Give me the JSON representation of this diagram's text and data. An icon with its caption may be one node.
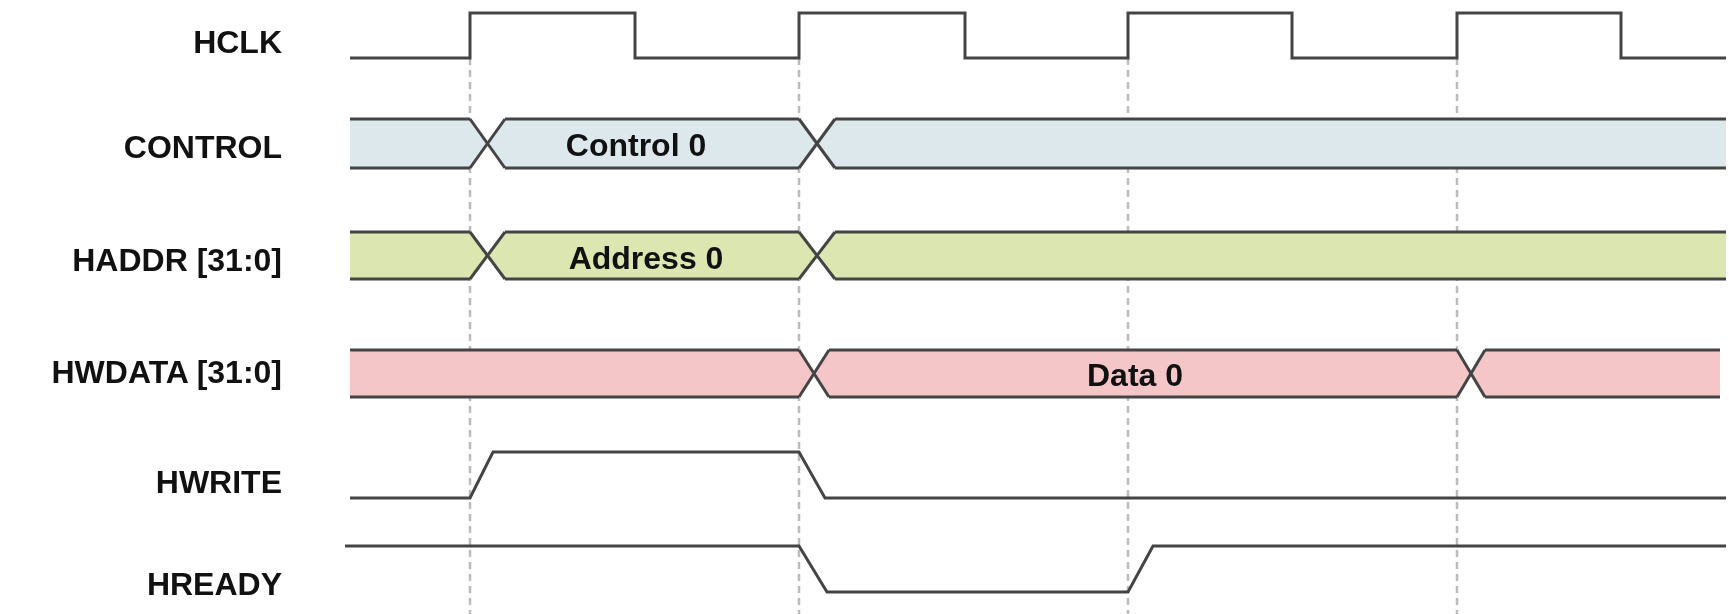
{
  "diagram": {
    "labels": [
      "HCLK",
      "CONTROL",
      "Control 0",
      "HADDR [31:0]",
      "Address 0",
      "HWDATA [31:0]",
      "Data 0",
      "HWRITE",
      "HREADY"
    ]
  }
}
